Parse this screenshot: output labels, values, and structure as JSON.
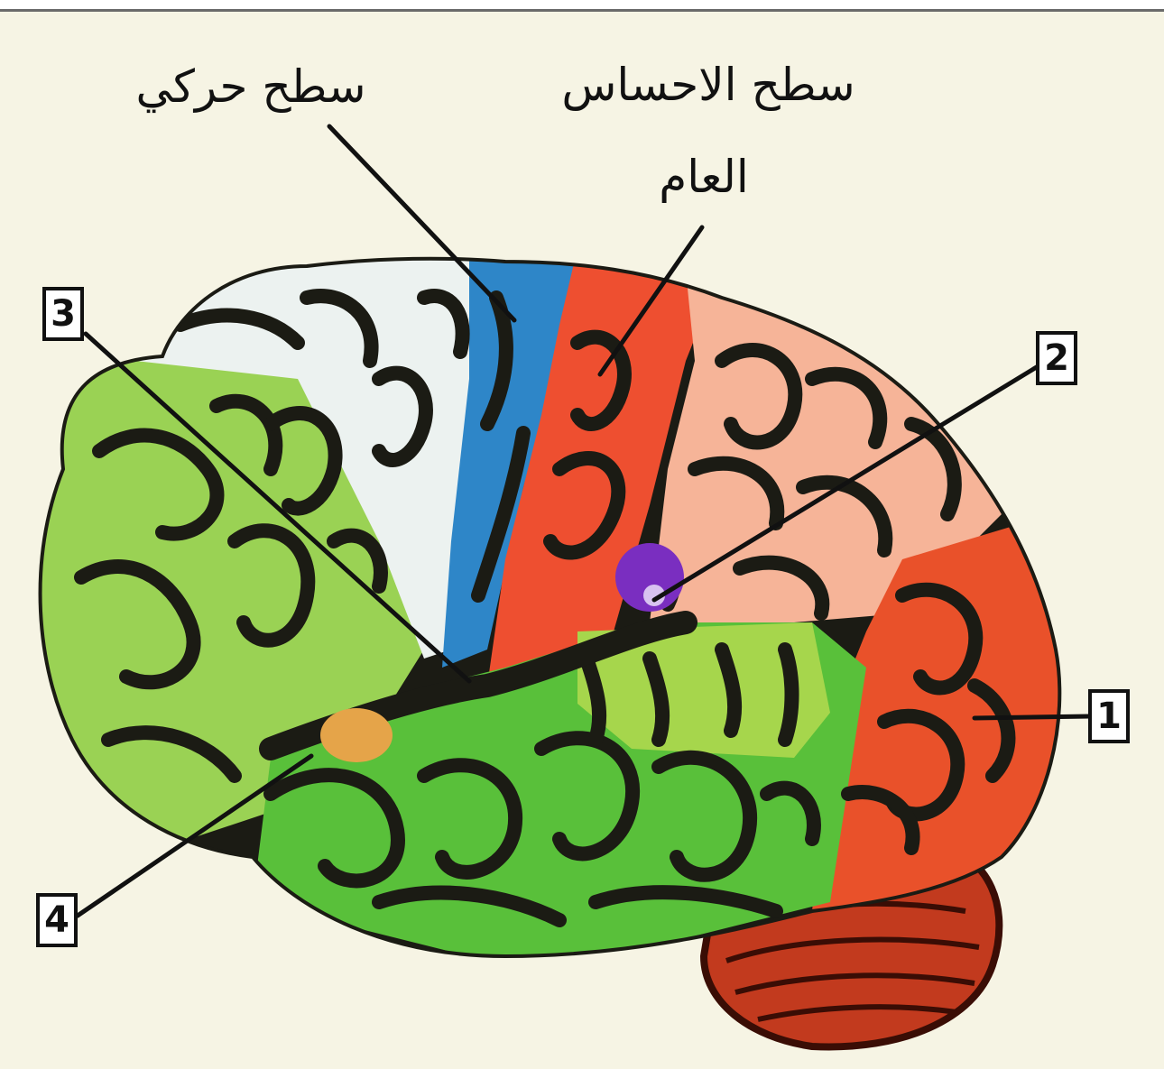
{
  "labels": {
    "motor_area": "سطح حركي",
    "sensory_area_line1": "سطح الاحساس",
    "sensory_area_line2": "العام"
  },
  "numbers": {
    "n1": "1",
    "n2": "2",
    "n3": "3",
    "n4": "4"
  },
  "colors": {
    "frontal": "#9ad254",
    "prefrontal_white": "#ecf2f0",
    "motor": "#2e86c8",
    "sensory": "#ee4f30",
    "parietal_light": "#f6b498",
    "temporal": "#59c03a",
    "occipital": "#e9512a",
    "cerebellum": "#c23a1e",
    "spot_purple": "#7a2ec0",
    "spot_orange": "#e5a449"
  }
}
